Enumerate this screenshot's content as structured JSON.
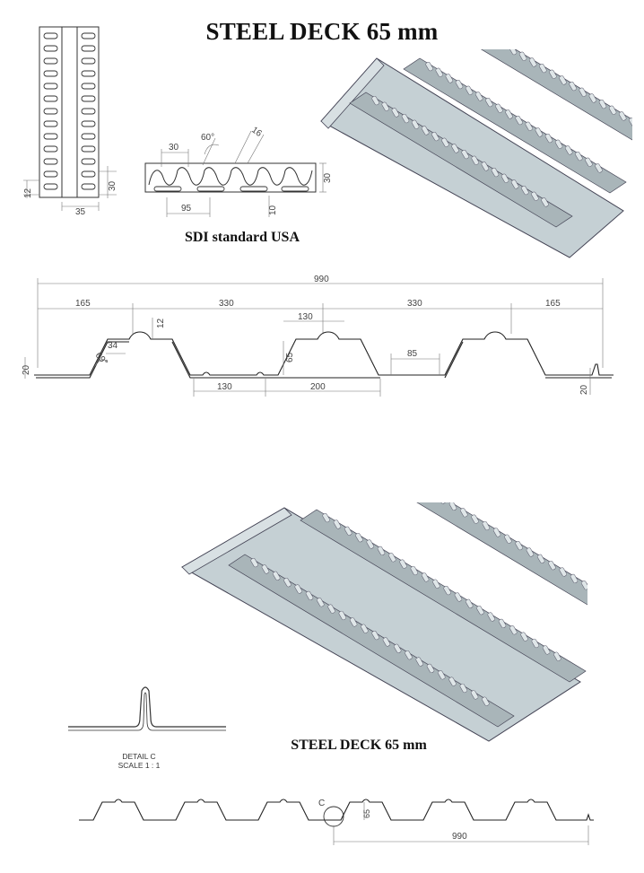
{
  "title": "STEEL DECK 65 mm",
  "plan_caption": "SDI standard USA",
  "bottom_title": "STEEL DECK 65 mm",
  "detail": {
    "name": "DETAIL C",
    "scale": "SCALE 1 : 1",
    "marker": "C"
  },
  "plan_dims": {
    "slot_width": "12",
    "pitch_side": "30",
    "strip_width": "35"
  },
  "emboss_dims": {
    "pitch": "30",
    "angle": "60°",
    "width": "16",
    "spacing": "95",
    "height": "30",
    "slot": "10"
  },
  "section_dims": {
    "total": "990",
    "edge_left": "165",
    "span_a": "330",
    "span_b": "330",
    "edge_right": "165",
    "rib_top": "12",
    "flat": "34",
    "angle": "69°",
    "height_left": "20",
    "top_width": "130",
    "depth": "65",
    "emboss": "85",
    "bottom_a": "130",
    "bottom_b": "200",
    "height_right": "20"
  },
  "bottom_dims": {
    "depth": "65",
    "total": "990"
  },
  "colors": {
    "steel": "#c5d0d4",
    "steel_dark": "#a5b1b5",
    "line": "#222222"
  }
}
